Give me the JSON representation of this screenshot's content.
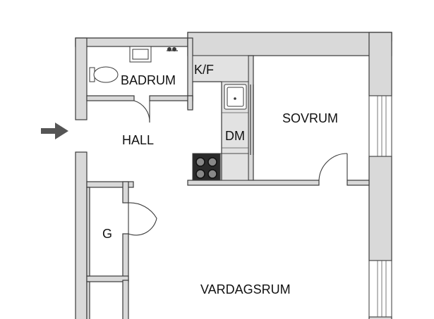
{
  "rooms": {
    "badrum": "BADRUM",
    "kf": "K/F",
    "sovrum": "SOVRUM",
    "hall": "HALL",
    "dm": "DM",
    "g": "G",
    "vardagsrum": "VARDAGSRUM"
  },
  "icons": {
    "entrance": "entrance-arrow-icon"
  },
  "colors": {
    "wall": "#d9d9d9",
    "outline": "#3a3a3a",
    "arrow": "#555555"
  }
}
